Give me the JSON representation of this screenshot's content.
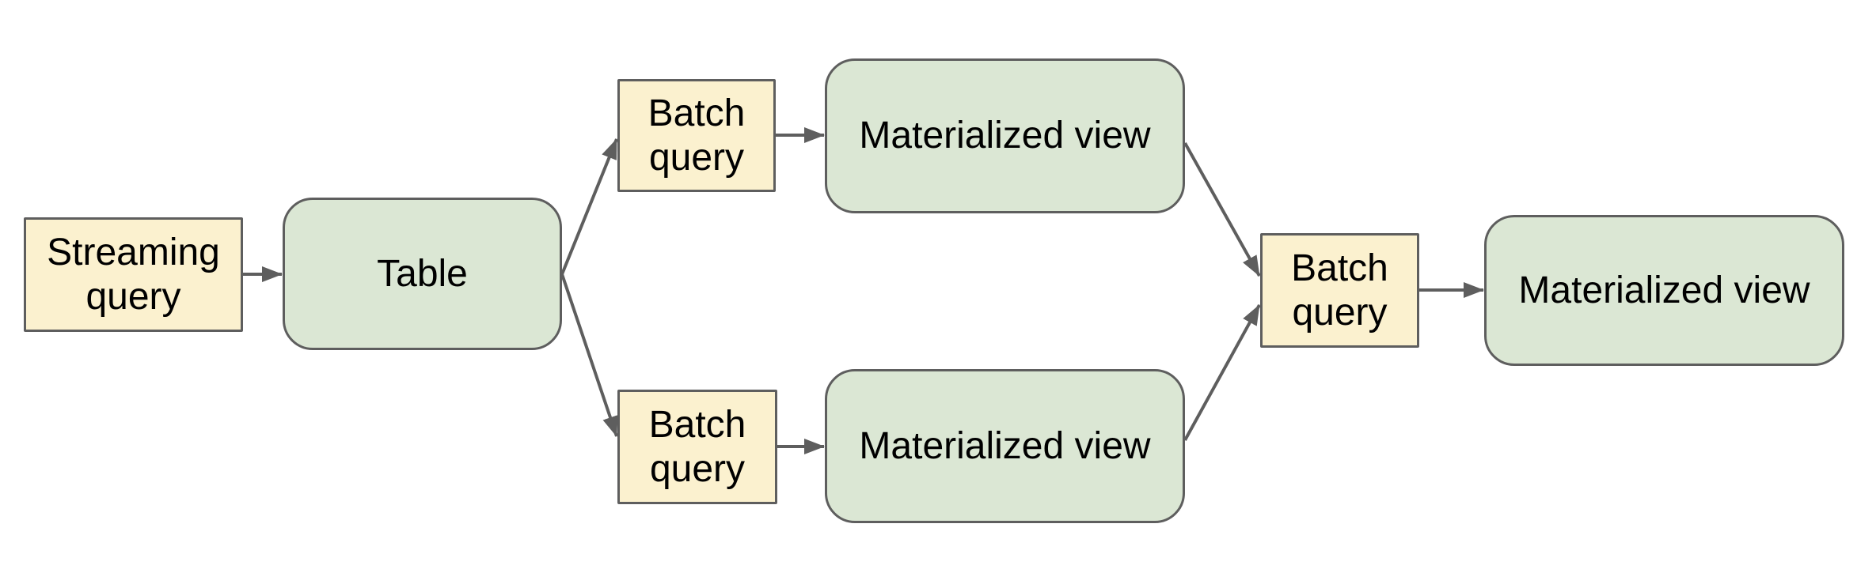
{
  "diagram": {
    "background": "#ffffff",
    "colors": {
      "queryFill": "#fbf1cf",
      "viewFill": "#dbe7d4",
      "border": "#5e5e5e",
      "arrow": "#5e5e5e",
      "text": "#000000"
    },
    "nodes": {
      "streaming_query": {
        "label": "Streaming query",
        "shape": "rectangle",
        "role": "query"
      },
      "table": {
        "label": "Table",
        "shape": "rounded-rectangle",
        "role": "view"
      },
      "batch_query_top": {
        "label": "Batch query",
        "shape": "rectangle",
        "role": "query"
      },
      "materialized_view_top": {
        "label": "Materialized view",
        "shape": "rounded-rectangle",
        "role": "view"
      },
      "batch_query_bottom": {
        "label": "Batch query",
        "shape": "rectangle",
        "role": "query"
      },
      "materialized_view_bottom": {
        "label": "Materialized view",
        "shape": "rounded-rectangle",
        "role": "view"
      },
      "batch_query_right": {
        "label": "Batch query",
        "shape": "rectangle",
        "role": "query"
      },
      "materialized_view_right": {
        "label": "Materialized view",
        "shape": "rounded-rectangle",
        "role": "view"
      }
    },
    "edges": [
      {
        "from": "streaming_query",
        "to": "table"
      },
      {
        "from": "table",
        "to": "batch_query_top"
      },
      {
        "from": "table",
        "to": "batch_query_bottom"
      },
      {
        "from": "batch_query_top",
        "to": "materialized_view_top"
      },
      {
        "from": "batch_query_bottom",
        "to": "materialized_view_bottom"
      },
      {
        "from": "materialized_view_top",
        "to": "batch_query_right"
      },
      {
        "from": "materialized_view_bottom",
        "to": "batch_query_right"
      },
      {
        "from": "batch_query_right",
        "to": "materialized_view_right"
      }
    ]
  }
}
